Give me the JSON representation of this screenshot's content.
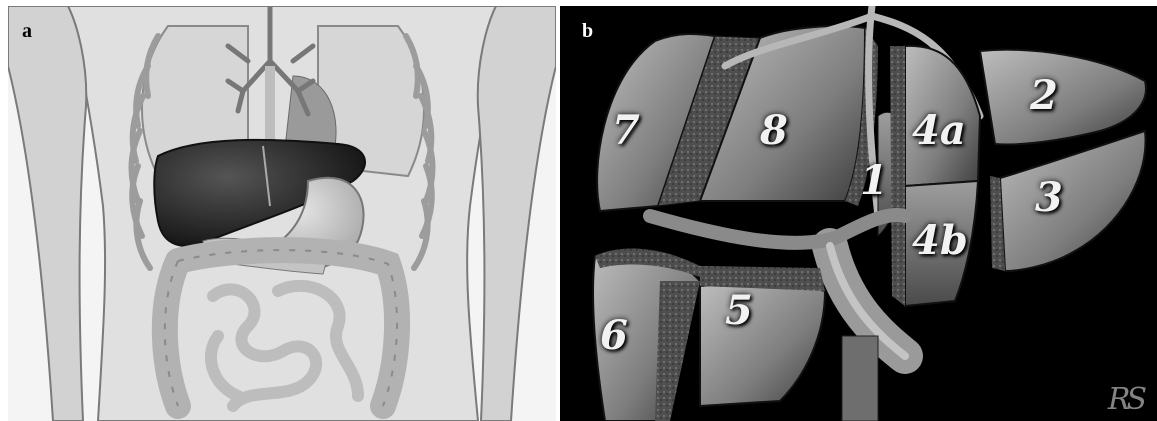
{
  "panels": [
    {
      "label": "a",
      "illustration": "human torso with abdominal organs, liver highlighted"
    },
    {
      "label": "b",
      "illustration": "liver divided into Couinaud segments"
    }
  ],
  "segments": [
    "7",
    "8",
    "1",
    "4a",
    "2",
    "3",
    "4b",
    "6",
    "5"
  ],
  "signature": "RS",
  "colors": {
    "background_b": "#000000",
    "liver_dark": "#2e2e2e",
    "tissue_light": "#d9d9d9"
  }
}
